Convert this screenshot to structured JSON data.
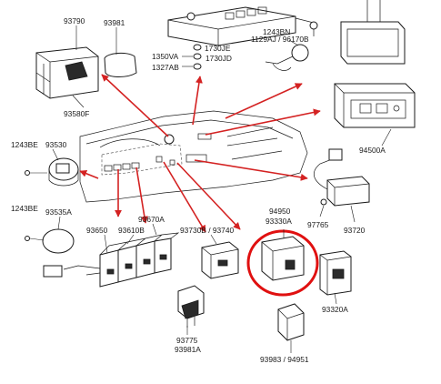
{
  "labels": {
    "p93790": "93790",
    "p93981": "93981",
    "p93580F": "93580F",
    "p1350VA": "1350VA",
    "p1730JE": "1730JE",
    "p1327AB": "1327AB",
    "p1730JD": "1730JD",
    "p1243BN": "1243BN",
    "p1129AJ_96170B": "1129AJ / 96170B",
    "p94500A": "94500A",
    "p1243BE_a": "1243BE",
    "p93530": "93530",
    "p1243BE_b": "1243BE",
    "p93535A": "93535A",
    "p93650": "93650",
    "p93610B": "93610B",
    "p93670A": "93670A",
    "p93730B_93740": "93730B / 93740",
    "p94950": "94950",
    "p93330A": "93330A",
    "p97765": "97765",
    "p93720": "93720",
    "p93320A": "93320A",
    "p93775": "93775",
    "p93981A": "93981A",
    "p93983_94951": "93983 / 94951"
  },
  "colors": {
    "arrow": "#d42222",
    "highlight": "#e01010",
    "line": "#1a1a1a"
  }
}
